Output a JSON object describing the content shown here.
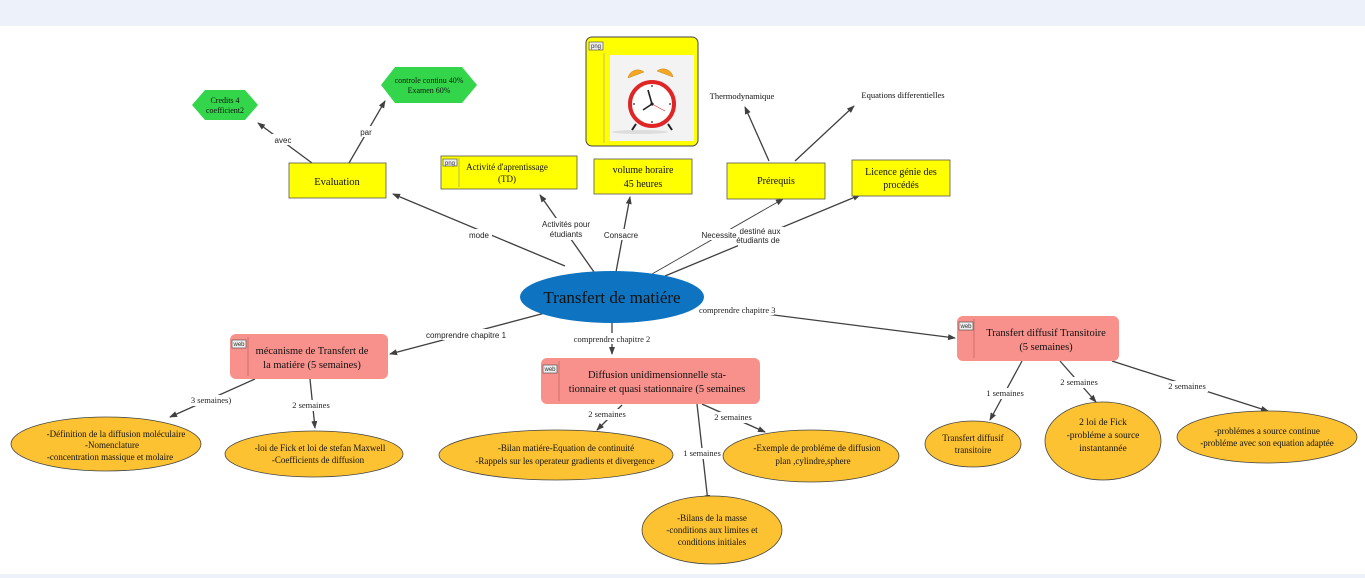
{
  "colors": {
    "topbar": "#edf1f9",
    "central": "#0e73c0",
    "yellow_box": "#ffff00",
    "green_hex": "#33d64a",
    "pink_box": "#f8908b",
    "orange_ellipse": "#fcc232",
    "line": "#404040"
  },
  "central": {
    "label": "Transfert de matiére"
  },
  "top_nodes": {
    "evaluation": "Evaluation",
    "credits": [
      "Credits 4",
      "coefficient2"
    ],
    "controle": [
      "controle continu 40%",
      "Examen 60%"
    ],
    "activite": [
      "Activité d'aprentissage",
      "(TD)"
    ],
    "activite_tag": "png",
    "volume": [
      "volume horaire",
      "45 heures"
    ],
    "image_tag": "png",
    "image_icon": "alarm-clock",
    "prerequis": "Prérequis",
    "thermo": "Thermodynamique",
    "equations": "Equations differentielles",
    "licence": [
      "Licence génie des",
      "procédés"
    ]
  },
  "top_links": {
    "avec": "avec",
    "par": "par",
    "mode": "mode",
    "activites": [
      "Activités pour",
      "étudiants"
    ],
    "consacre": "Consacre",
    "necessite": "Necessite",
    "destine": [
      "destiné aux",
      "étudiants de"
    ]
  },
  "chapters": [
    {
      "link": "comprendre chapitre 1",
      "tag": "web",
      "title": [
        "mécanisme de Transfert de",
        "la matiére (5 semaines)"
      ],
      "children": [
        {
          "link": "3 semaines)",
          "lines": [
            "-Définition de la diffusion moléculaire",
            "-Nomenclature",
            "-concentration massique et molaire"
          ]
        },
        {
          "link": "2 semaines",
          "lines": [
            "-loi de Fick et loi de stefan Maxwell",
            "-Coefficients de diffusion"
          ]
        }
      ]
    },
    {
      "link": "comprendre chapitre 2",
      "tag": "web",
      "title": [
        "Diffusion unidimensionnelle sta-",
        "tionnaire et quasi stationnaire (5 semaines"
      ],
      "children": [
        {
          "link": "2 semaines",
          "lines": [
            "-Bilan matiére-Equation de continuité",
            "-Rappels sur les operateur gradients et divergence"
          ]
        },
        {
          "link": "1 semaines",
          "lines": [
            "-Bilans de la masse",
            "-conditions aux limites et",
            "conditions initiales"
          ]
        },
        {
          "link": "2 semaines",
          "lines": [
            "-Exemple de probléme de diffusion",
            "plan ,cylindre,sphere"
          ]
        }
      ]
    },
    {
      "link": "comprendre chapitre 3",
      "tag": "web",
      "title": [
        "Transfert diffusif Transitoire",
        "(5 semaines)"
      ],
      "children": [
        {
          "link": "1 semaines",
          "lines": [
            "Transfert diffusif",
            "transitoire"
          ]
        },
        {
          "link": "2 semaines",
          "lines": [
            "2 loi de Fick",
            "-probléme a source",
            "instantannée"
          ]
        },
        {
          "link": "2 semaines",
          "lines": [
            "-problémes a source continue",
            "-probléme avec son equation adaptée"
          ]
        }
      ]
    }
  ]
}
